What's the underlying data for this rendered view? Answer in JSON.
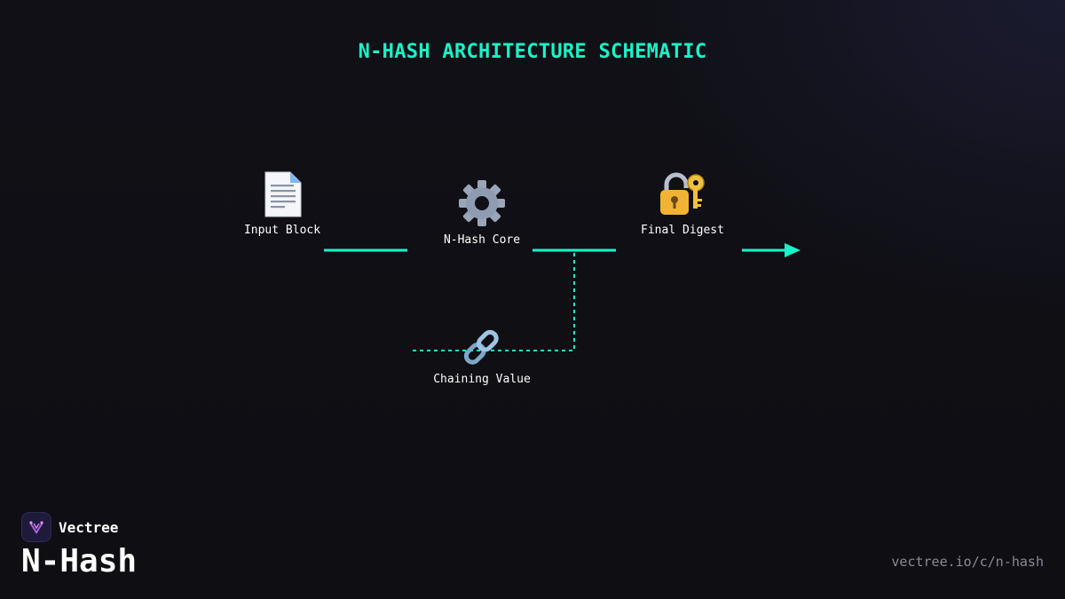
{
  "diagram": {
    "title": "N-HASH ARCHITECTURE SCHEMATIC",
    "nodes": {
      "input": {
        "label": "Input Block",
        "icon": "document-icon"
      },
      "core": {
        "label": "N-Hash Core",
        "icon": "gear-icon"
      },
      "digest": {
        "label": "Final Digest",
        "icon": "lock-key-icon"
      },
      "chain": {
        "label": "Chaining Value",
        "icon": "link-icon"
      }
    },
    "edges": [
      {
        "from": "input",
        "to": "core",
        "style": "solid"
      },
      {
        "from": "core",
        "to": "digest",
        "style": "solid"
      },
      {
        "from": "digest",
        "to": "output",
        "style": "solid-arrow"
      },
      {
        "from": "core",
        "to": "chain",
        "style": "dashed"
      }
    ],
    "accent_color": "#19f5c8"
  },
  "footer": {
    "brand_name": "Vectree",
    "product_name": "N-Hash",
    "url": "vectree.io/c/n-hash"
  }
}
